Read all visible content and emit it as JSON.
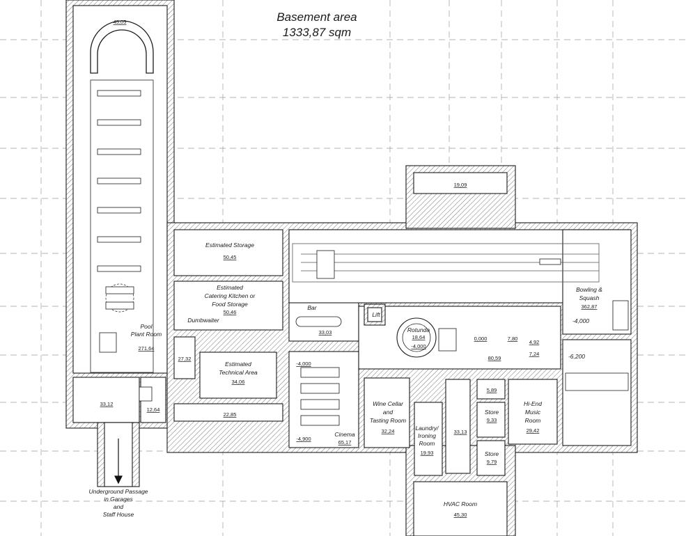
{
  "title": {
    "line1": "Basement area",
    "line2": "1333,87 sqm"
  },
  "rooms": {
    "pool_top": "45,05",
    "pool_plant": "Pool",
    "pool_plant2": "Plant Room",
    "pool_area": "271,64",
    "room_3312": "33,12",
    "room_1264": "12,64",
    "storage_name": "Estimated Storage",
    "storage_area": "50,45",
    "catering1": "Estimated",
    "catering2": "Catering Kitchen or",
    "catering3": "Food Storage",
    "catering_area": "50,46",
    "dumbwaiter": "Dumbwaiter",
    "room_2732": "27,32",
    "tech1": "Estimated",
    "tech2": "Technical Area",
    "tech_area": "34,06",
    "room_2285": "22,85",
    "bar": "Bar",
    "bar_area": "33,03",
    "lift": "Lift",
    "rotunda": "Rotunda",
    "rotunda_area": "18,64",
    "level_rotunda": "-4,000",
    "level_lift2": "0,000",
    "room_780": "7,80",
    "room_492": "4,92",
    "room_724": "7,24",
    "room_8059": "80,59",
    "room_1909": "19,09",
    "bowling1": "Bowling &",
    "bowling2": "Squash",
    "bowling_area": "362,87",
    "level_bowling": "-4,000",
    "level_squash": "-6,200",
    "cinema_level_top": "-4,000",
    "cinema_level_bottom": "-4,900",
    "cinema": "Cinema",
    "cinema_area": "65,17",
    "wine1": "Wine Cellar",
    "wine2": "and",
    "wine3": "Tasting Room",
    "wine_area": "32,24",
    "laundry1": "Laundry/",
    "laundry2": "Ironing",
    "laundry3": "Room",
    "laundry_area": "19,93",
    "room_3313": "33,13",
    "room_589": "5,89",
    "store1": "Store",
    "store1_area": "9,33",
    "store2": "Store",
    "store2_area": "9,79",
    "hifi1": "Hi-End",
    "hifi2": "Music",
    "hifi3": "Room",
    "hifi_area": "29,42",
    "hvac": "HVAC Room",
    "hvac_area": "45,30",
    "passage1": "Underground Passage",
    "passage2": "in Garages",
    "passage3": "and",
    "passage4": "Staff House"
  }
}
